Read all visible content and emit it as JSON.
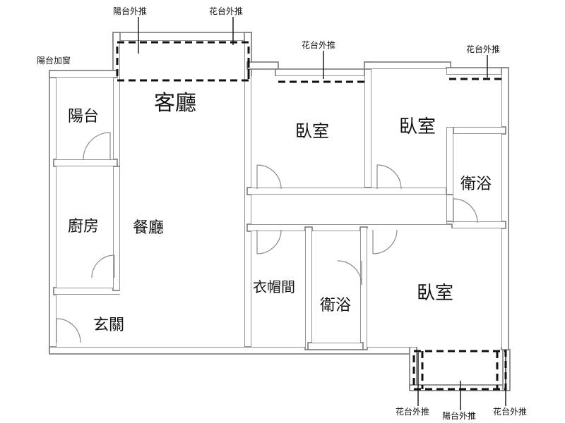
{
  "rooms": {
    "living_room": "客廳",
    "balcony": "陽台",
    "kitchen": "廚房",
    "dining_room": "餐廳",
    "entrance": "玄關",
    "bedroom_1": "臥室",
    "bedroom_2": "臥室",
    "bedroom_3": "臥室",
    "bathroom_1": "衛浴",
    "bathroom_2": "衛浴",
    "walk_in_closet": "衣帽間"
  },
  "annotations": {
    "balcony_window": "陽台加窗",
    "top_balcony_extension": "陽台外推",
    "top_planter_extension_1": "花台外推",
    "top_planter_extension_2": "花台外推",
    "top_planter_extension_3": "花台外推",
    "bottom_planter_extension_left": "花台外推",
    "bottom_balcony_extension": "陽台外推",
    "bottom_planter_extension_right": "花台外推"
  },
  "style": {
    "wall_color": "#7a7a7a",
    "dash_color": "#111111",
    "text_color": "#111111"
  }
}
